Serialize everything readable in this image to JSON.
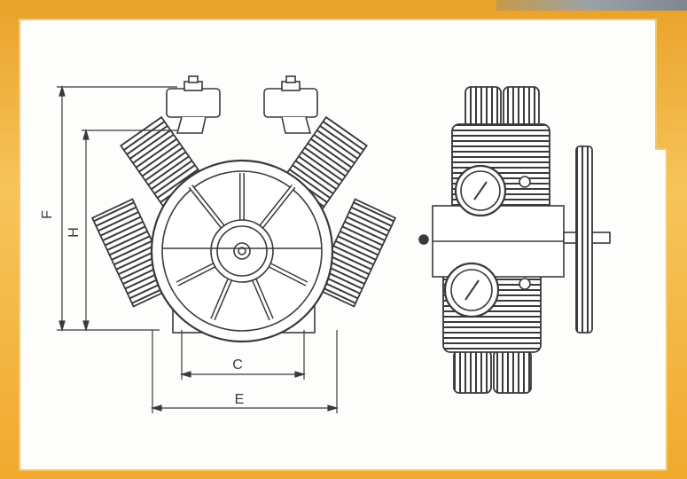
{
  "dimension_labels": {
    "F": "F",
    "H": "H",
    "C": "C",
    "E": "E"
  },
  "colors": {
    "frame": "#f2ae34",
    "panel": "#ffffff",
    "line": "#3a3a3a"
  }
}
